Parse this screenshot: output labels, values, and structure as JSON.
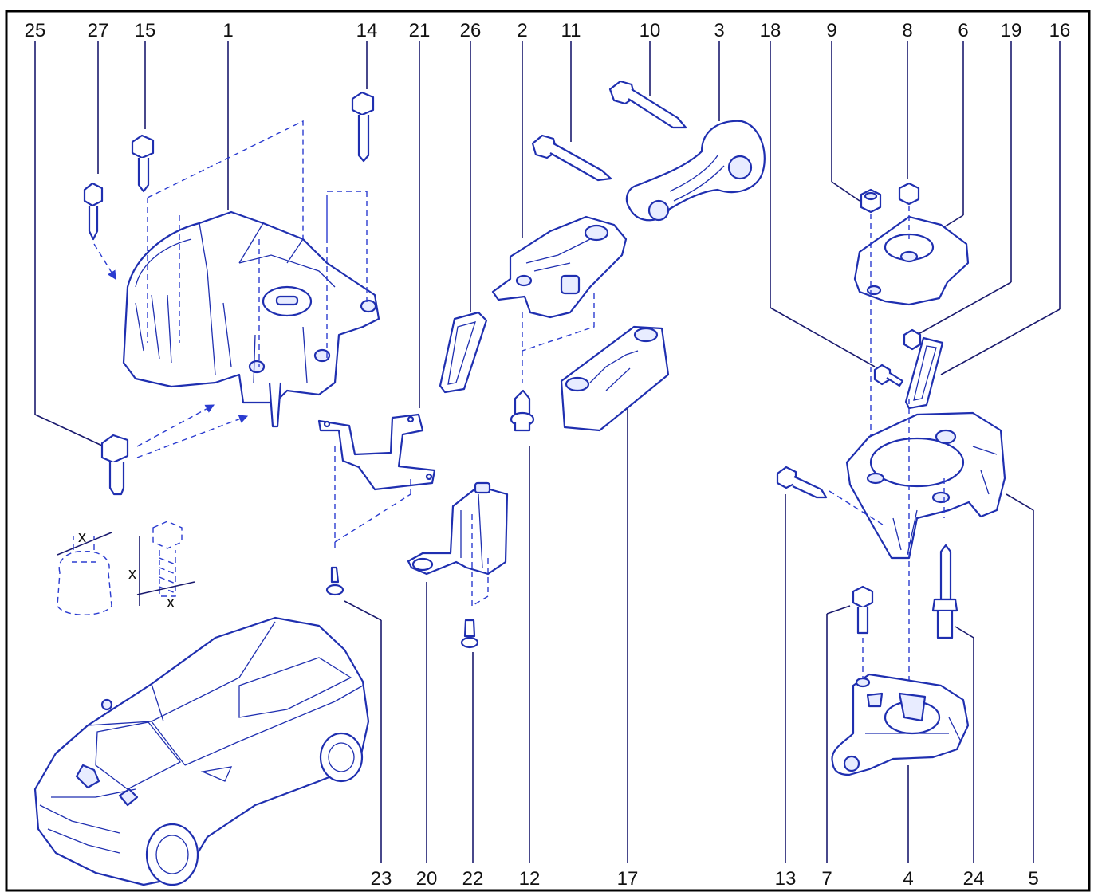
{
  "diagram": {
    "top_callouts": [
      "25",
      "27",
      "15",
      "1",
      "14",
      "21",
      "26",
      "2",
      "11",
      "10",
      "3",
      "18",
      "9",
      "8",
      "6",
      "19",
      "16"
    ],
    "bottom_callouts": [
      "23",
      "20",
      "22",
      "12",
      "17",
      "13",
      "7",
      "4",
      "24",
      "5"
    ],
    "dimension_label": "x",
    "colors": {
      "line": "#1f2fb0",
      "text": "#111111",
      "frame": "#000000"
    }
  }
}
